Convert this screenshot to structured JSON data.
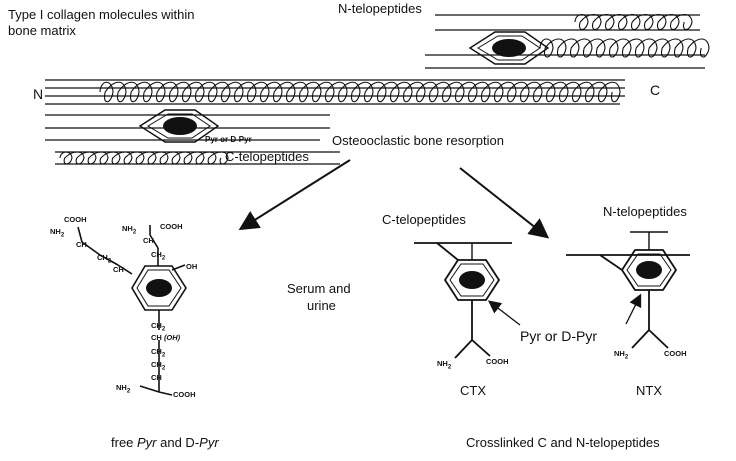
{
  "labels": {
    "title_line1": "Type I collagen molecules within",
    "title_line2": "bone matrix",
    "n_end": "N",
    "c_end": "C",
    "n_telopeptides_top": "N-telopeptides",
    "c_telopeptides_mid": "C-telopeptides",
    "pyr_small": "Pyr or D-Pyr",
    "resorption": "Osteooclastic bone resorption",
    "serum_line1": "Serum and",
    "serum_line2": "urine",
    "c_telopeptides_right": "C-telopeptides",
    "n_telopeptides_right": "N-telopeptides",
    "pyr_or_dpyr": "Pyr or D-Pyr",
    "ctx": "CTX",
    "ntx": "NTX",
    "free_caption_prefix": "free ",
    "free_caption_pyr": "Pyr",
    "free_caption_and": " and D-",
    "free_caption_dpyr": "Pyr",
    "crosslinked_caption": "Crosslinked C and N-telopeptides"
  },
  "chem": {
    "cooh": "COOH",
    "nh2": "NH",
    "ch": "CH",
    "ch2": "CH",
    "oh": "OH",
    "oh_paren": "(OH)",
    "sub2": "2"
  }
}
